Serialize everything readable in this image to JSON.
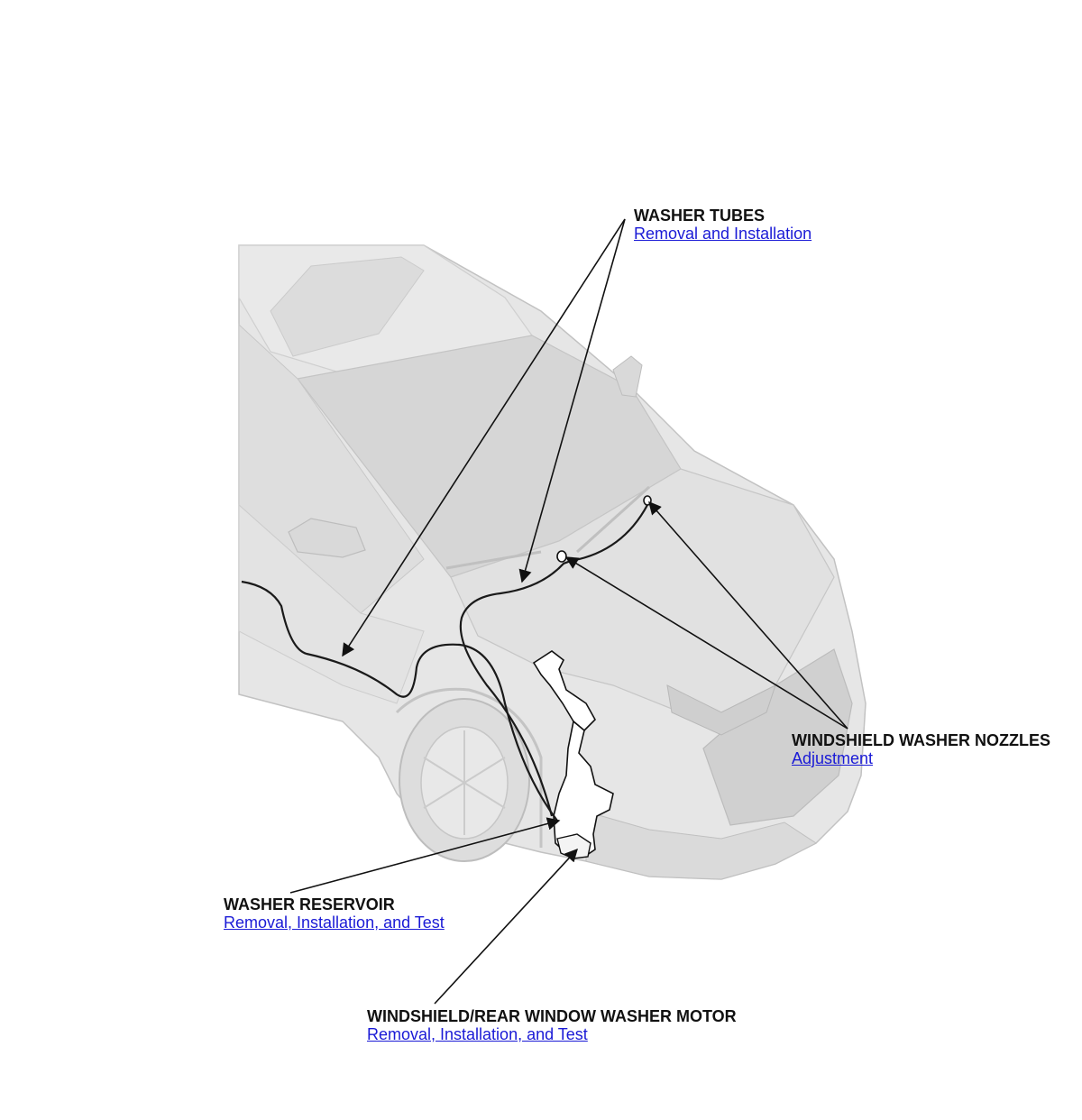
{
  "colors": {
    "body_fill": "#e6e6e6",
    "body_shade": "#d2d2d2",
    "body_outline": "#c2c2c2",
    "leader_line": "#111111",
    "hose_line": "#1a1a1a",
    "link_text": "#1a1ad6",
    "label_text": "#111111"
  },
  "callouts": {
    "washer_tubes": {
      "title": "WASHER TUBES",
      "link": "Removal and Installation"
    },
    "nozzles": {
      "title": "WINDSHIELD WASHER NOZZLES",
      "link": "Adjustment"
    },
    "reservoir": {
      "title": "WASHER RESERVOIR",
      "link": "Removal, Installation, and Test"
    },
    "motor": {
      "title": "WINDSHIELD/REAR WINDOW WASHER MOTOR",
      "link": "Removal, Installation, and Test"
    }
  }
}
